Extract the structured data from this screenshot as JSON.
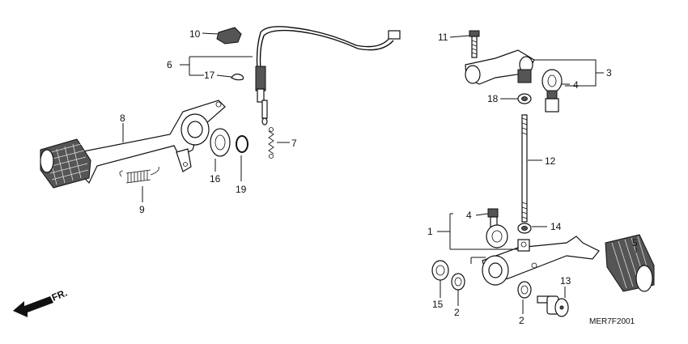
{
  "diagram": {
    "part_code": "MER7F2001",
    "front_marker": "FR.",
    "callouts": {
      "c1": "1",
      "c2a": "2",
      "c2b": "2",
      "c3": "3",
      "c4a": "4",
      "c4b": "4",
      "c5": "5",
      "c6": "6",
      "c7": "7",
      "c8": "8",
      "c9": "9",
      "c10": "10",
      "c11": "11",
      "c12": "12",
      "c13": "13",
      "c14": "14",
      "c15": "15",
      "c16": "16",
      "c17": "17",
      "c18": "18",
      "c19": "19"
    }
  }
}
